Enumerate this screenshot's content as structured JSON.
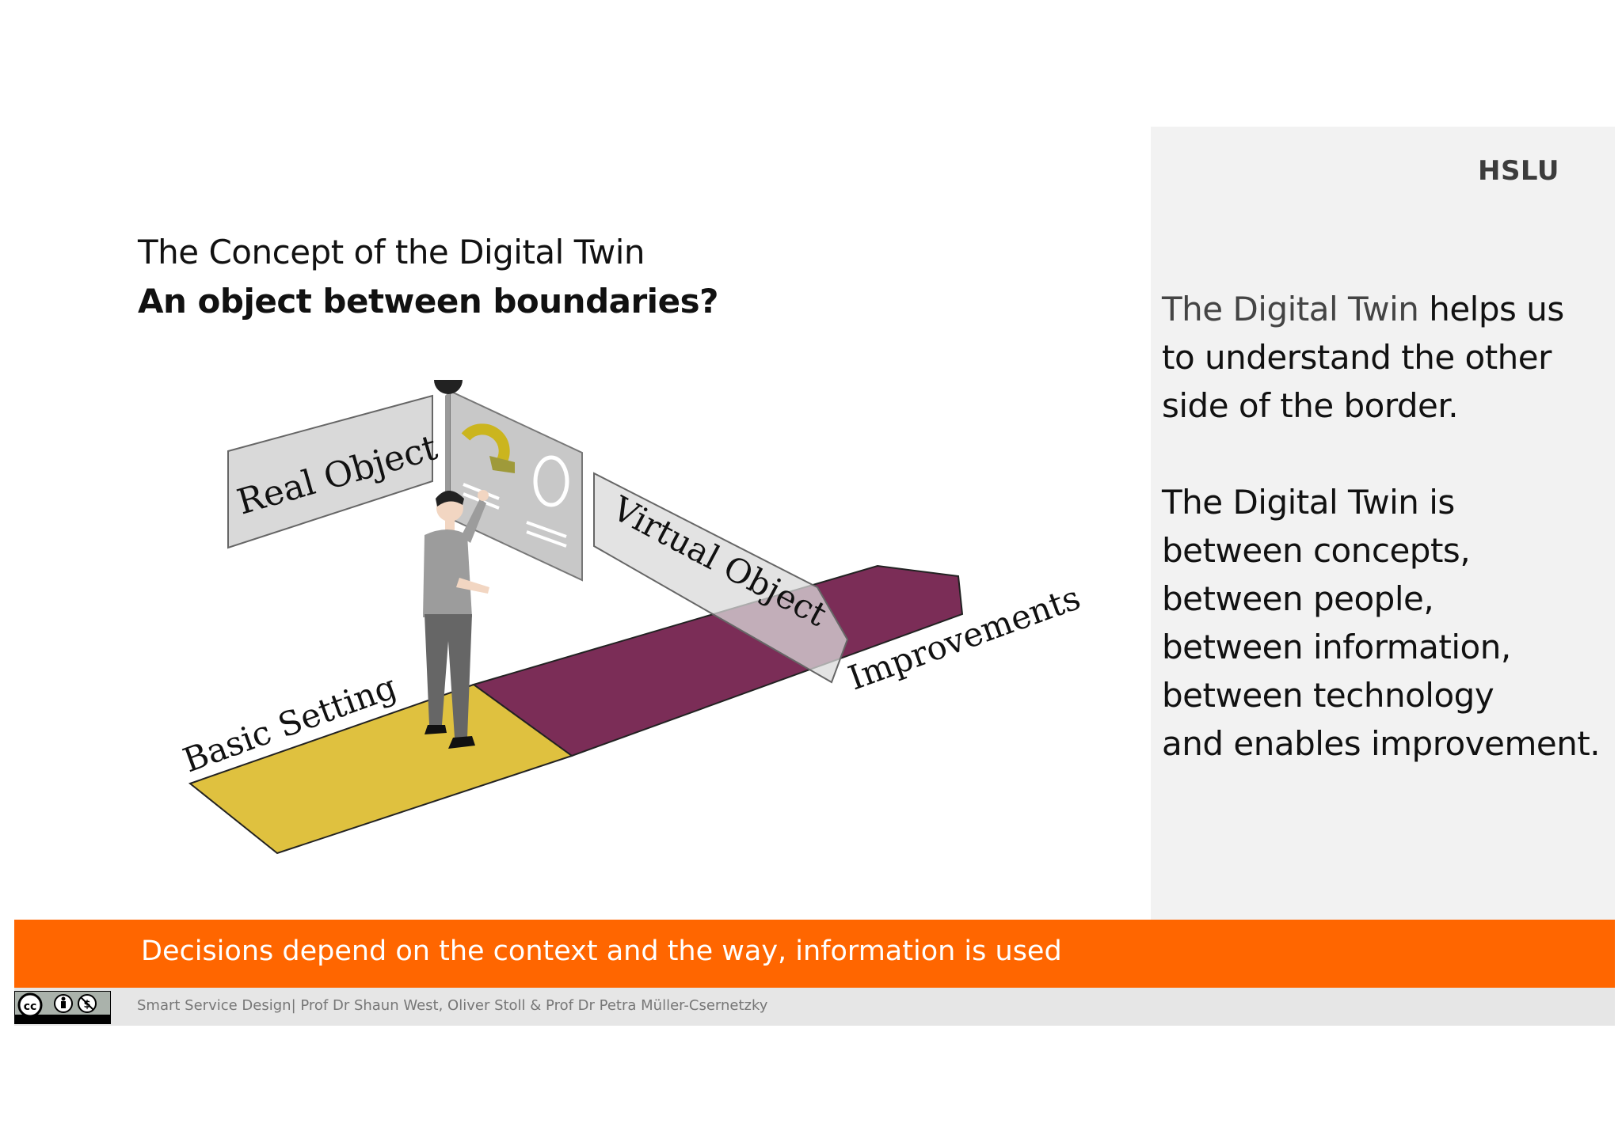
{
  "slide": {
    "title_line1": "The Concept of the Digital Twin",
    "title_line2": "An object between boundaries?"
  },
  "logo": {
    "text": "HSLU"
  },
  "right_panel": {
    "para1": {
      "line1_muted": "The Digital Twin",
      "line1_rest": " helps us",
      "line2": "to understand the other",
      "line3": "side of the border."
    },
    "para2": [
      "The Digital Twin is",
      "between concepts,",
      "between people,",
      "between information,",
      "between technology",
      "and enables improvement."
    ]
  },
  "illustration": {
    "label_real": "Real Object",
    "label_virtual": "Virtual Object",
    "label_basic": "Basic Setting",
    "label_improvements": "Improvements",
    "colors": {
      "basic_path": "#dfc13f",
      "improvement_path": "#7b2d57",
      "panel_gray": "#d9d9d9"
    }
  },
  "banner": {
    "text": "Decisions depend on the context and the way, information is used"
  },
  "footer": {
    "text": "Smart Service Design| Prof Dr Shaun West, Oliver Stoll & Prof Dr Petra Müller-Csernetzky",
    "license_badge": "cc-by-nc-icon"
  },
  "colors": {
    "accent": "#ff6600",
    "footer_bg": "#e6e6e6",
    "panel_bg": "#f2f2f2"
  }
}
